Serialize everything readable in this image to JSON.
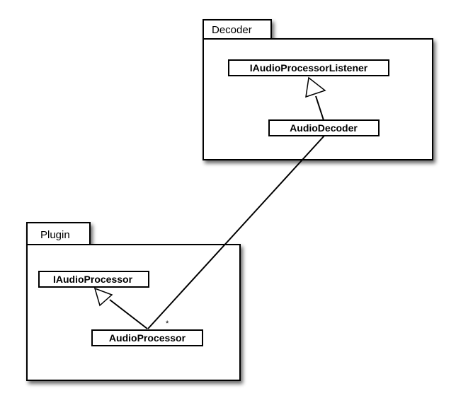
{
  "packages": {
    "decoder": {
      "name": "Decoder"
    },
    "plugin": {
      "name": "Plugin"
    }
  },
  "classes": {
    "iaudioprocessorlistener": {
      "name": "IAudioProcessorListener"
    },
    "audiodecoder": {
      "name": "AudioDecoder"
    },
    "iaudioprocessor": {
      "name": "IAudioProcessor"
    },
    "audioprocessor": {
      "name": "AudioProcessor"
    }
  },
  "relations": {
    "audioprocessor_to_audiodecoder": {
      "multiplicity": "*"
    }
  },
  "colors": {
    "line": "#000000",
    "fill": "#ffffff",
    "shadow": "#555555"
  }
}
